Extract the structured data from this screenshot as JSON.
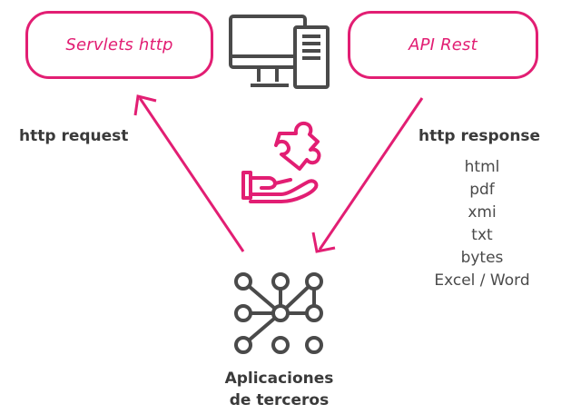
{
  "nodes": {
    "servlets": "Servlets http",
    "api": "API Rest"
  },
  "request_label": "http request",
  "response": {
    "label": "http response",
    "formats": [
      "html",
      "pdf",
      "xmi",
      "txt",
      "bytes",
      "Excel / Word"
    ]
  },
  "apps": {
    "line1": "Aplicaciones",
    "line2": "de terceros"
  },
  "colors": {
    "accent": "#e21e73",
    "icon": "#4a4a4a",
    "text": "#3a3a3a"
  },
  "icons": [
    "computer-icon",
    "handshake-puzzle-icon",
    "network-nodes-icon"
  ]
}
